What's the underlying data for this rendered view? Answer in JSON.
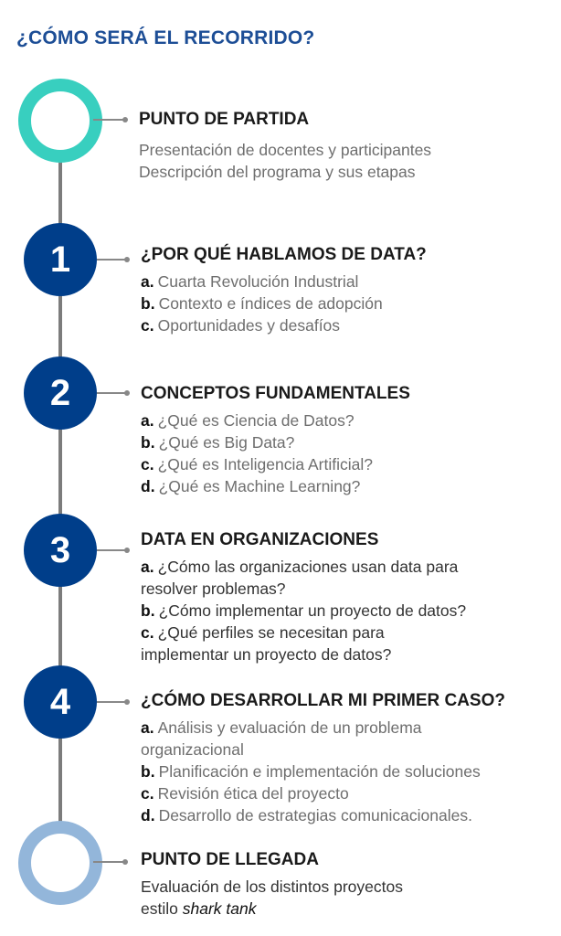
{
  "title": "¿CÓMO SERÁ EL RECORRIDO?",
  "colors": {
    "title": "#1d4e96",
    "start_ring": "#38cfbf",
    "step_circle": "#003e8a",
    "end_ring": "#93b6da",
    "timeline": "#7c7c7c"
  },
  "start": {
    "heading": "PUNTO DE PARTIDA",
    "lines": [
      "Presentación de docentes y participantes",
      "Descripción del programa y sus etapas"
    ]
  },
  "steps": [
    {
      "number": "1",
      "heading": "¿POR QUÉ HABLAMOS DE DATA?",
      "items": [
        {
          "letter": "a.",
          "text": "Cuarta Revolución Industrial"
        },
        {
          "letter": "b.",
          "text": "Contexto e índices de adopción"
        },
        {
          "letter": "c.",
          "text": "Oportunidades y desafíos"
        }
      ]
    },
    {
      "number": "2",
      "heading": "CONCEPTOS FUNDAMENTALES",
      "items": [
        {
          "letter": "a.",
          "text": "¿Qué es Ciencia de Datos?"
        },
        {
          "letter": "b.",
          "text": "¿Qué es Big Data?"
        },
        {
          "letter": "c.",
          "text": "¿Qué es Inteligencia Artificial?"
        },
        {
          "letter": "d.",
          "text": "¿Qué es Machine Learning?"
        }
      ]
    },
    {
      "number": "3",
      "heading": "DATA EN ORGANIZACIONES",
      "items": [
        {
          "letter": "a.",
          "text": "¿Cómo las organizaciones usan data para",
          "cont": "resolver problemas?"
        },
        {
          "letter": "b.",
          "text": "¿Cómo implementar un proyecto de datos?"
        },
        {
          "letter": "c.",
          "text": "¿Qué perfiles se necesitan para",
          "cont": "implementar un proyecto de datos?"
        }
      ]
    },
    {
      "number": "4",
      "heading": "¿CÓMO DESARROLLAR MI PRIMER CASO?",
      "items": [
        {
          "letter": "a.",
          "text": "Análisis y evaluación de un problema",
          "cont": "organizacional"
        },
        {
          "letter": "b.",
          "text": "Planificación e implementación de soluciones"
        },
        {
          "letter": "c.",
          "text": "Revisión ética del proyecto"
        },
        {
          "letter": "d.",
          "text": "Desarrollo de estrategias comunicacionales."
        }
      ]
    }
  ],
  "end": {
    "heading": "PUNTO DE LLEGADA",
    "line1": "Evaluación de los distintos proyectos",
    "line2_prefix": "estilo",
    "line2_emphasis": "shark tank"
  }
}
